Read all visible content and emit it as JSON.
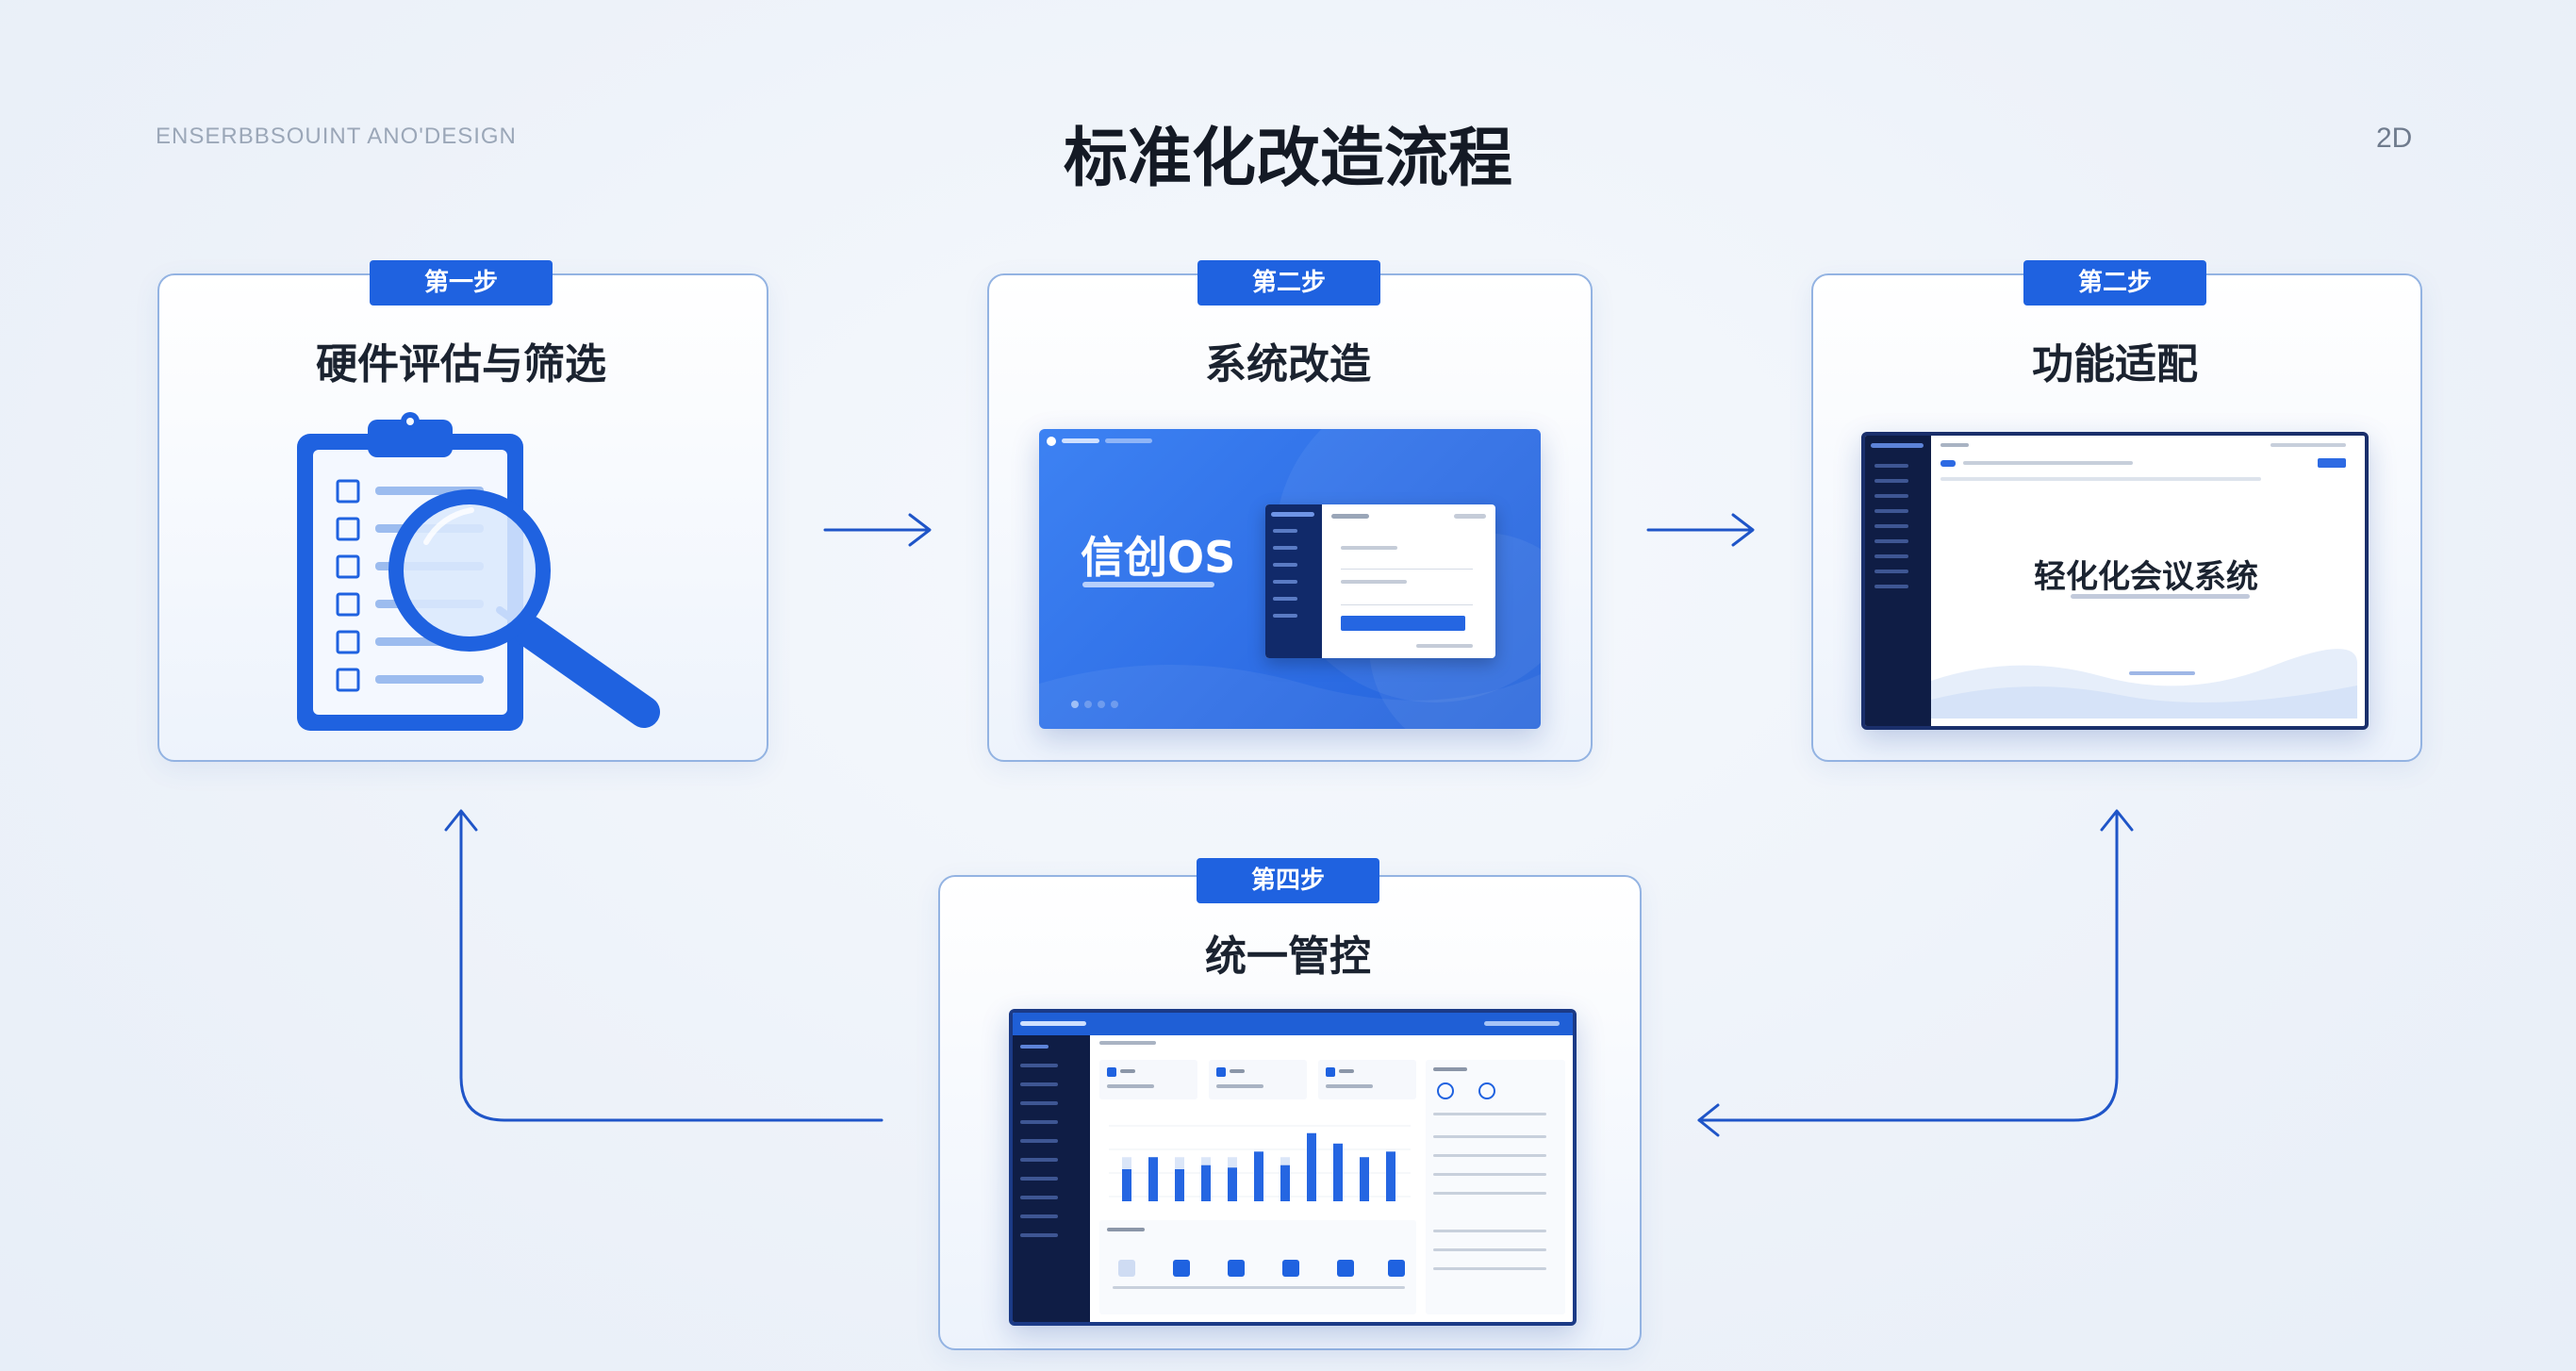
{
  "header": {
    "brand": "ENSERBBSOUINT ANO'DESIGN",
    "title": "标准化改造流程",
    "corner": "2D"
  },
  "steps": [
    {
      "badge": "第一步",
      "title": "硬件评估与筛选",
      "icon": "clipboard-magnifier-icon"
    },
    {
      "badge": "第二步",
      "title": "系统改造",
      "screen_title": "信创OS"
    },
    {
      "badge": "第二步",
      "title": "功能适配",
      "screen_title": "轻化化会议系统"
    },
    {
      "badge": "第四步",
      "title": "统一管控"
    }
  ],
  "colors": {
    "accent": "#1f62e0",
    "card_border": "#93b3e2",
    "arrow": "#1f55c8",
    "dark_sidebar": "#0f1d45"
  },
  "dashboard_bars": [
    0.4,
    0.55,
    0.4,
    0.45,
    0.42,
    0.62,
    0.45,
    0.85,
    0.72,
    0.55,
    0.62
  ]
}
